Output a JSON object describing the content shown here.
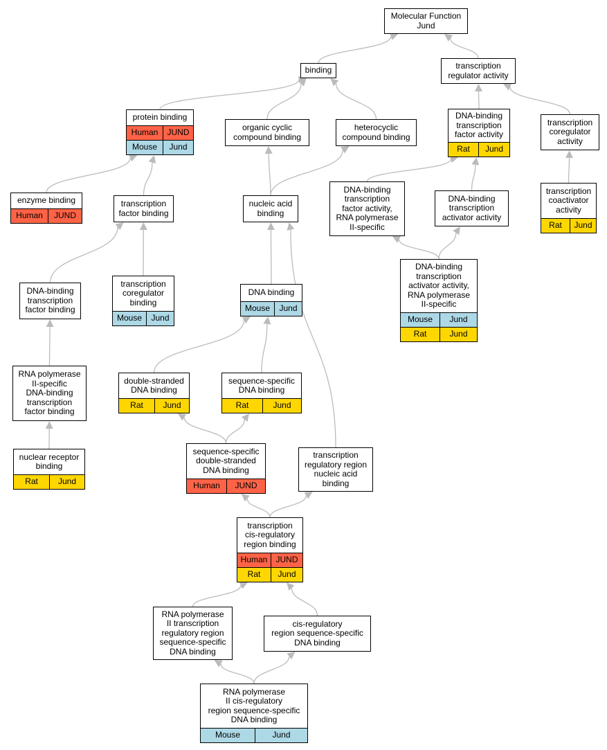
{
  "colors": {
    "human": "#FF6347",
    "mouse": "#ADD8E6",
    "rat": "#FFD700",
    "edge": "#BBBBBB"
  },
  "nodes": {
    "mf": {
      "label": "Molecular Function\nJund",
      "rows": []
    },
    "binding": {
      "label": "binding",
      "rows": []
    },
    "tra": {
      "label": "transcription\nregulator activity",
      "rows": []
    },
    "pb": {
      "label": "protein binding",
      "rows": [
        [
          "human",
          "Human",
          "JUND"
        ],
        [
          "mouse",
          "Mouse",
          "Jund"
        ]
      ]
    },
    "ocb": {
      "label": "organic cyclic\ncompound binding",
      "rows": []
    },
    "hcb": {
      "label": "heterocyclic\ncompound binding",
      "rows": []
    },
    "dbtfa": {
      "label": "DNA-binding\ntranscription\nfactor activity",
      "rows": [
        [
          "rat",
          "Rat",
          "Jund"
        ]
      ]
    },
    "tca": {
      "label": "transcription\ncoregulator\nactivity",
      "rows": []
    },
    "eb": {
      "label": "enzyme binding",
      "rows": [
        [
          "human",
          "Human",
          "JUND"
        ]
      ]
    },
    "tfb": {
      "label": "transcription\nfactor binding",
      "rows": []
    },
    "nab": {
      "label": "nucleic acid\nbinding",
      "rows": []
    },
    "dbtfa2": {
      "label": "DNA-binding\ntranscription\nfactor activity,\nRNA polymerase\nII-specific",
      "rows": []
    },
    "dbtaa": {
      "label": "DNA-binding\ntranscription\nactivator activity",
      "rows": []
    },
    "tcoa": {
      "label": "transcription\ncoactivator\nactivity",
      "rows": [
        [
          "rat",
          "Rat",
          "Jund"
        ]
      ]
    },
    "dbtaa2": {
      "label": "DNA-binding\ntranscription\nactivator activity,\nRNA polymerase\nII-specific",
      "rows": [
        [
          "mouse",
          "Mouse",
          "Jund"
        ],
        [
          "rat",
          "Rat",
          "Jund"
        ]
      ]
    },
    "dbtfb": {
      "label": "DNA-binding\ntranscription\nfactor binding",
      "rows": []
    },
    "tcb": {
      "label": "transcription\ncoregulator\nbinding",
      "rows": [
        [
          "mouse",
          "Mouse",
          "Jund"
        ]
      ]
    },
    "db": {
      "label": "DNA binding",
      "rows": [
        [
          "mouse",
          "Mouse",
          "Jund"
        ]
      ]
    },
    "rnap2": {
      "label": "RNA polymerase\nII-specific\nDNA-binding\ntranscription\nfactor binding",
      "rows": []
    },
    "dsdb": {
      "label": "double-stranded\nDNA binding",
      "rows": [
        [
          "rat",
          "Rat",
          "Jund"
        ]
      ]
    },
    "ssdb": {
      "label": "sequence-specific\nDNA binding",
      "rows": [
        [
          "rat",
          "Rat",
          "Jund"
        ]
      ]
    },
    "nrb": {
      "label": "nuclear receptor\nbinding",
      "rows": [
        [
          "rat",
          "Rat",
          "Jund"
        ]
      ]
    },
    "ssdsdb": {
      "label": "sequence-specific\ndouble-stranded\nDNA binding",
      "rows": [
        [
          "human",
          "Human",
          "JUND"
        ]
      ]
    },
    "trrnab": {
      "label": "transcription\nregulatory region\nnucleic acid\nbinding",
      "rows": []
    },
    "tcrrb": {
      "label": "transcription\ncis-regulatory\nregion binding",
      "rows": [
        [
          "human",
          "Human",
          "JUND"
        ],
        [
          "rat",
          "Rat",
          "Jund"
        ]
      ]
    },
    "rnap2trr": {
      "label": "RNA polymerase\nII transcription\nregulatory region\nsequence-specific\nDNA binding",
      "rows": []
    },
    "crrssdb": {
      "label": "cis-regulatory\nregion sequence-specific\nDNA binding",
      "rows": []
    },
    "rnap2crr": {
      "label": "RNA polymerase\nII cis-regulatory\nregion sequence-specific\nDNA binding",
      "rows": [
        [
          "mouse",
          "Mouse",
          "Jund"
        ]
      ]
    }
  },
  "edges": [
    [
      "binding",
      "mf"
    ],
    [
      "tra",
      "mf"
    ],
    [
      "pb",
      "binding"
    ],
    [
      "ocb",
      "binding"
    ],
    [
      "hcb",
      "binding"
    ],
    [
      "dbtfa",
      "tra"
    ],
    [
      "tca",
      "tra"
    ],
    [
      "eb",
      "pb"
    ],
    [
      "tfb",
      "pb"
    ],
    [
      "nab",
      "ocb"
    ],
    [
      "nab",
      "hcb"
    ],
    [
      "dbtfa2",
      "dbtfa"
    ],
    [
      "dbtaa",
      "dbtfa"
    ],
    [
      "tcoa",
      "tca"
    ],
    [
      "dbtaa2",
      "dbtfa2"
    ],
    [
      "dbtaa2",
      "dbtaa"
    ],
    [
      "dbtfb",
      "tfb"
    ],
    [
      "tcb",
      "tfb"
    ],
    [
      "db",
      "nab"
    ],
    [
      "trrnab",
      "nab"
    ],
    [
      "rnap2",
      "dbtfb"
    ],
    [
      "nrb",
      "rnap2"
    ],
    [
      "dsdb",
      "db"
    ],
    [
      "ssdb",
      "db"
    ],
    [
      "ssdsdb",
      "dsdb"
    ],
    [
      "ssdsdb",
      "ssdb"
    ],
    [
      "tcrrb",
      "ssdsdb"
    ],
    [
      "tcrrb",
      "trrnab"
    ],
    [
      "rnap2trr",
      "tcrrb"
    ],
    [
      "crrssdb",
      "tcrrb"
    ],
    [
      "rnap2crr",
      "rnap2trr"
    ],
    [
      "rnap2crr",
      "crrssdb"
    ]
  ]
}
